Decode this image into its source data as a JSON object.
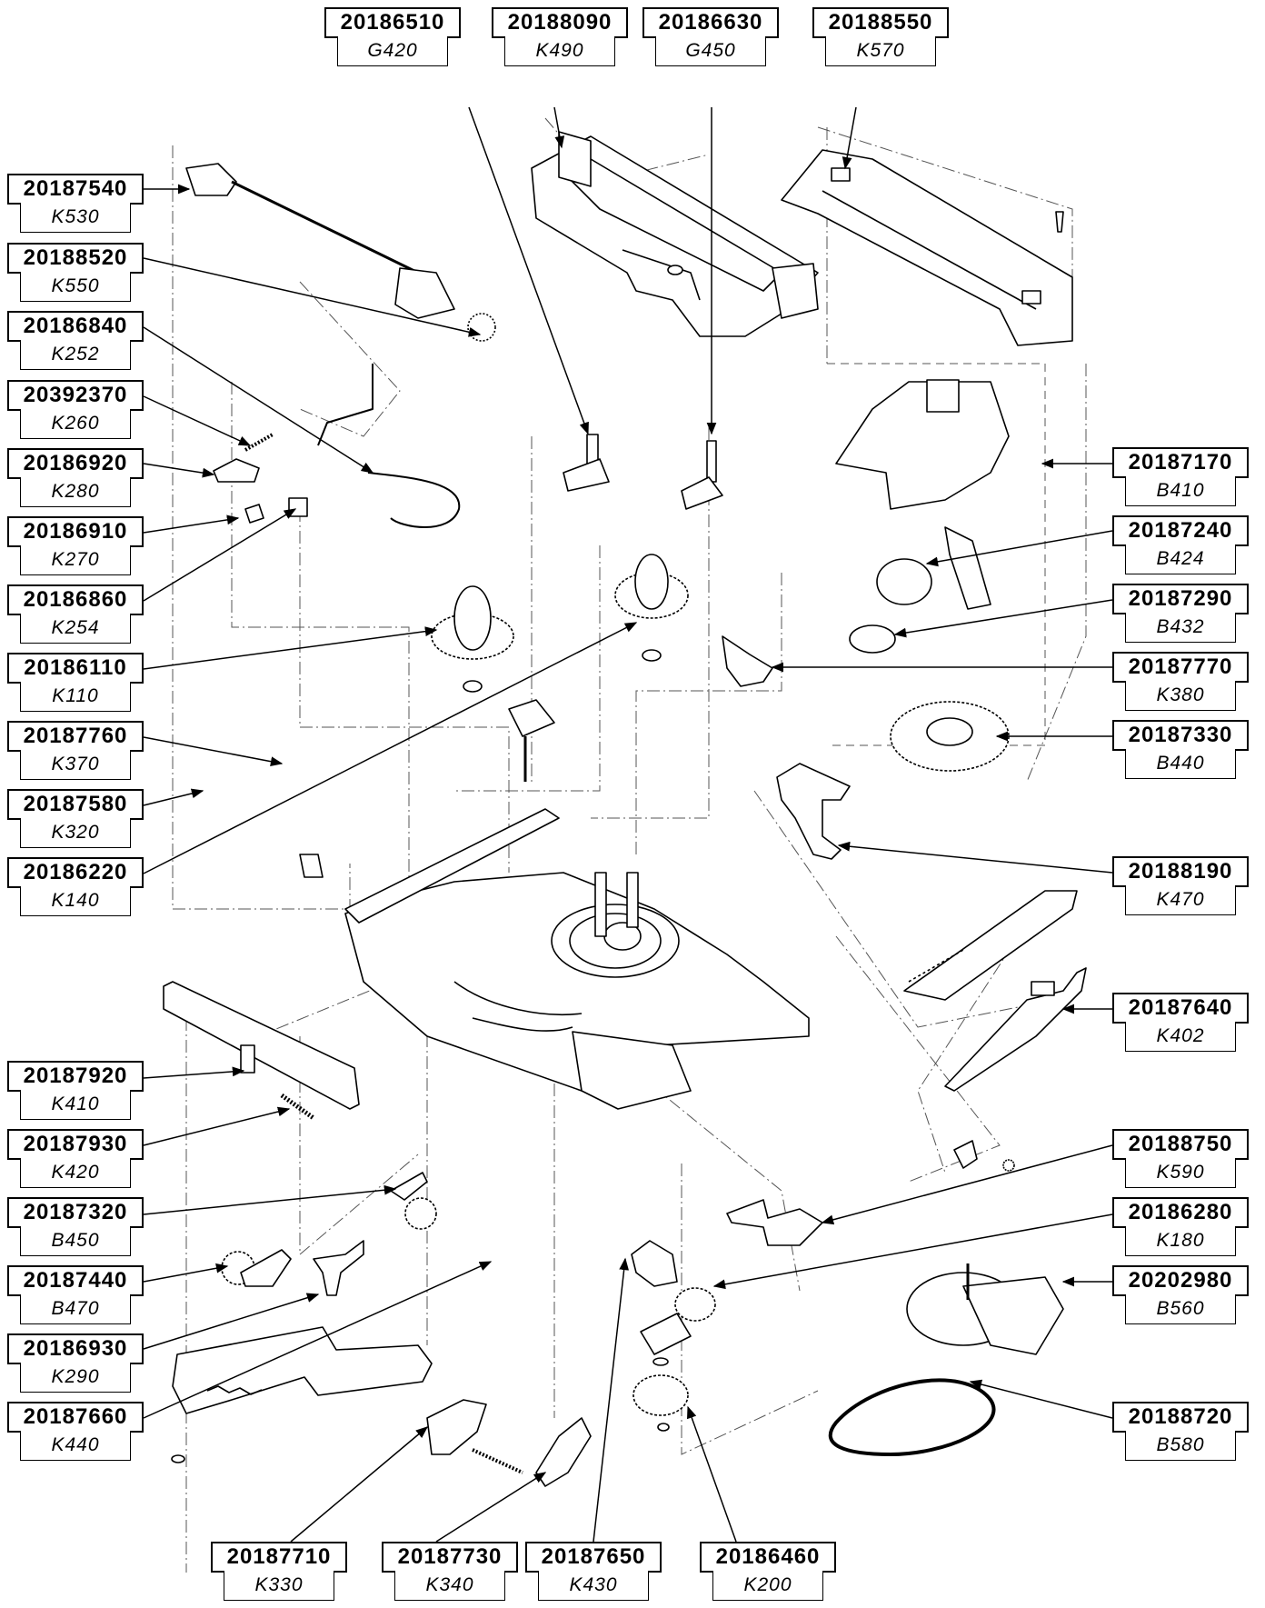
{
  "parts": [
    {
      "id": "20186510",
      "code": "G420"
    },
    {
      "id": "20188090",
      "code": "K490"
    },
    {
      "id": "20186630",
      "code": "G450"
    },
    {
      "id": "20188550",
      "code": "K570"
    },
    {
      "id": "20187540",
      "code": "K530"
    },
    {
      "id": "20188520",
      "code": "K550"
    },
    {
      "id": "20186840",
      "code": "K252"
    },
    {
      "id": "20392370",
      "code": "K260"
    },
    {
      "id": "20186920",
      "code": "K280"
    },
    {
      "id": "20186910",
      "code": "K270"
    },
    {
      "id": "20186860",
      "code": "K254"
    },
    {
      "id": "20186110",
      "code": "K110"
    },
    {
      "id": "20187760",
      "code": "K370"
    },
    {
      "id": "20187580",
      "code": "K320"
    },
    {
      "id": "20186220",
      "code": "K140"
    },
    {
      "id": "20187920",
      "code": "K410"
    },
    {
      "id": "20187930",
      "code": "K420"
    },
    {
      "id": "20187320",
      "code": "B450"
    },
    {
      "id": "20187440",
      "code": "B470"
    },
    {
      "id": "20186930",
      "code": "K290"
    },
    {
      "id": "20187660",
      "code": "K440"
    },
    {
      "id": "20187170",
      "code": "B410"
    },
    {
      "id": "20187240",
      "code": "B424"
    },
    {
      "id": "20187290",
      "code": "B432"
    },
    {
      "id": "20187770",
      "code": "K380"
    },
    {
      "id": "20187330",
      "code": "B440"
    },
    {
      "id": "20188190",
      "code": "K470"
    },
    {
      "id": "20187640",
      "code": "K402"
    },
    {
      "id": "20188750",
      "code": "K590"
    },
    {
      "id": "20186280",
      "code": "K180"
    },
    {
      "id": "20202980",
      "code": "B560"
    },
    {
      "id": "20188720",
      "code": "B580"
    },
    {
      "id": "20187710",
      "code": "K330"
    },
    {
      "id": "20187730",
      "code": "K340"
    },
    {
      "id": "20187650",
      "code": "K430"
    },
    {
      "id": "20186460",
      "code": "K200"
    }
  ]
}
